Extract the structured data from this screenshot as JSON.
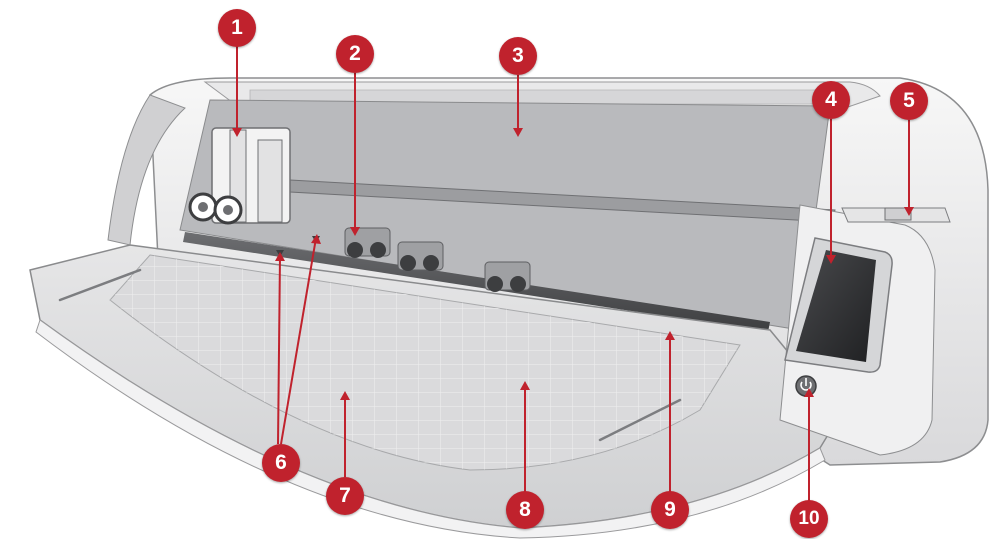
{
  "figure": {
    "accent_color": "#c0222d",
    "leader_color": "#c0222d",
    "subject": "cutting-machine-illustration"
  },
  "callouts": [
    {
      "number": "1"
    },
    {
      "number": "2"
    },
    {
      "number": "3"
    },
    {
      "number": "4"
    },
    {
      "number": "5"
    },
    {
      "number": "6"
    },
    {
      "number": "7"
    },
    {
      "number": "8"
    },
    {
      "number": "9"
    },
    {
      "number": "10"
    }
  ]
}
